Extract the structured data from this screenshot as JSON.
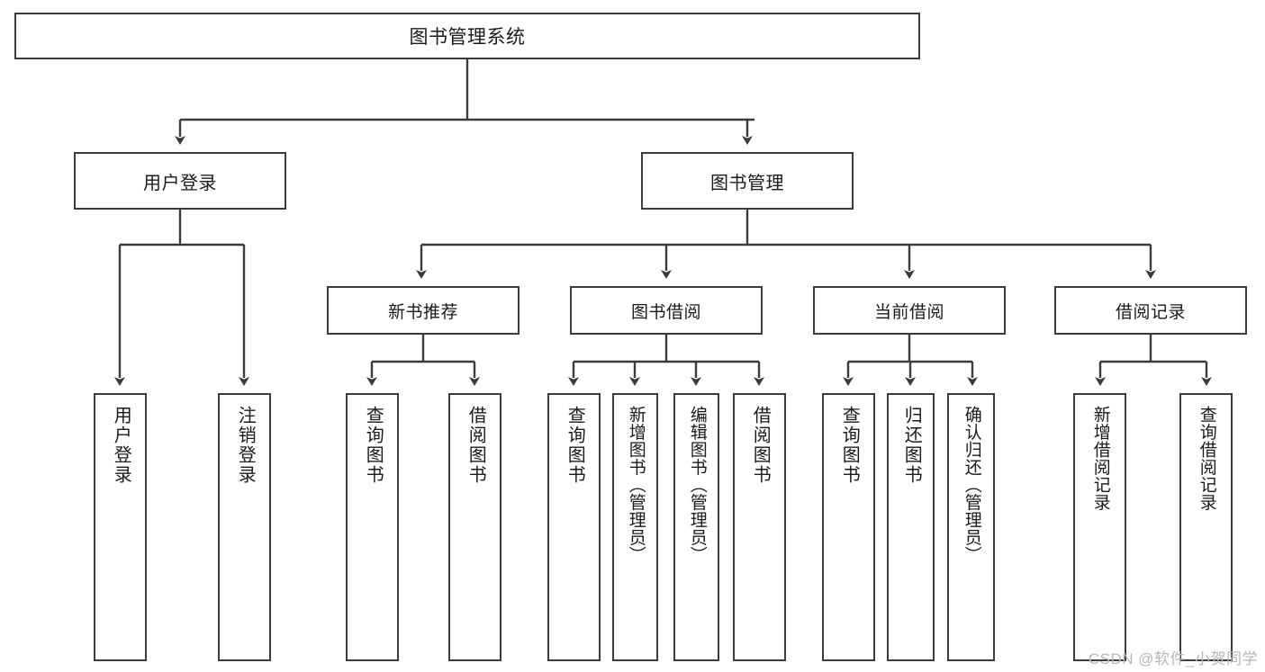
{
  "diagram": {
    "type": "tree-hierarchy",
    "title": "图书管理系统",
    "root": {
      "label": "图书管理系统"
    },
    "level2": [
      {
        "label": "用户登录"
      },
      {
        "label": "图书管理"
      }
    ],
    "level3": [
      {
        "label": "新书推荐"
      },
      {
        "label": "图书借阅"
      },
      {
        "label": "当前借阅"
      },
      {
        "label": "借阅记录"
      }
    ],
    "leaves": [
      {
        "label": "用户登录",
        "parent": "用户登录"
      },
      {
        "label": "注销登录",
        "parent": "用户登录"
      },
      {
        "label": "查询图书",
        "parent": "新书推荐"
      },
      {
        "label": "借阅图书",
        "parent": "新书推荐"
      },
      {
        "label": "查询图书",
        "parent": "图书借阅"
      },
      {
        "label": "新增图书（管理员）",
        "parent": "图书借阅"
      },
      {
        "label": "编辑图书（管理员）",
        "parent": "图书借阅"
      },
      {
        "label": "借阅图书",
        "parent": "图书借阅"
      },
      {
        "label": "查询图书",
        "parent": "当前借阅"
      },
      {
        "label": "归还图书",
        "parent": "当前借阅"
      },
      {
        "label": "确认归还（管理员）",
        "parent": "当前借阅"
      },
      {
        "label": "新增借阅记录",
        "parent": "借阅记录"
      },
      {
        "label": "查询借阅记录",
        "parent": "借阅记录"
      }
    ],
    "watermark": "CSDN @软件_小贺同学",
    "colors": {
      "stroke": "#3b3b3b",
      "fill": "#ffffff",
      "text": "#1a1a1a",
      "watermark": "#b7b7b7"
    }
  }
}
